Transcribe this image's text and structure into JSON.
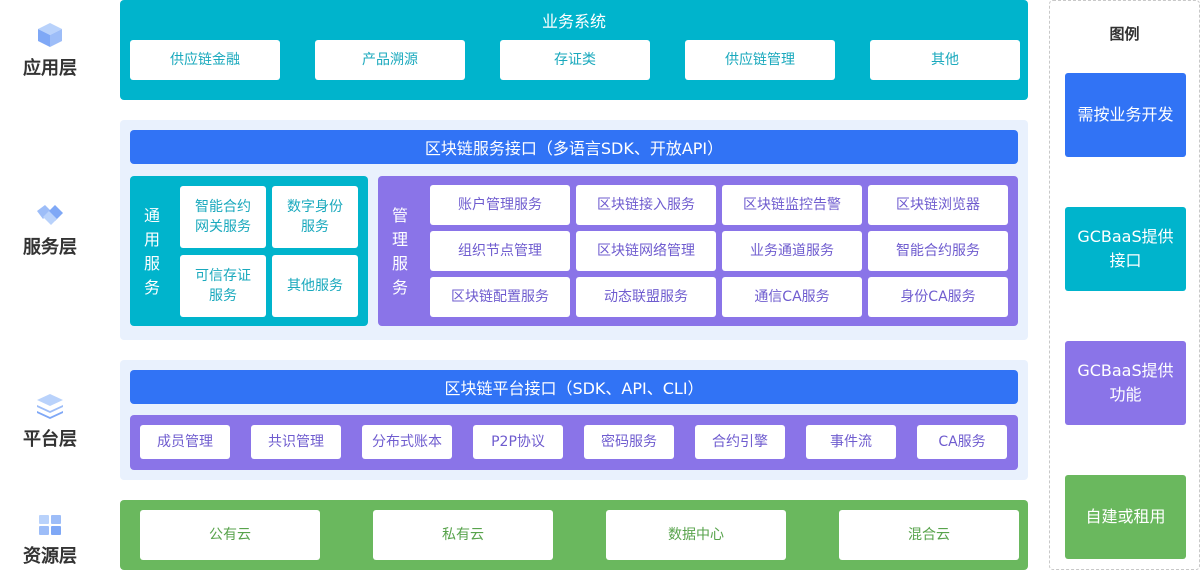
{
  "layers": {
    "app": "应用层",
    "service": "服务层",
    "platform": "平台层",
    "resource": "资源层"
  },
  "app_layer": {
    "title": "业务系统",
    "items": [
      "供应链金融",
      "产品溯源",
      "存证类",
      "供应链管理",
      "其他"
    ]
  },
  "service_layer": {
    "interface_bar": "区块链服务接口（多语言SDK、开放API）",
    "general_title": "通用服务",
    "general_items": [
      "智能合约\n网关服务",
      "数字身份\n服务",
      "可信存证\n服务",
      "其他服务"
    ],
    "mgmt_title": "管理服务",
    "mgmt_items": [
      "账户管理服务",
      "区块链接入服务",
      "区块链监控告警",
      "区块链浏览器",
      "组织节点管理",
      "区块链网络管理",
      "业务通道服务",
      "智能合约服务",
      "区块链配置服务",
      "动态联盟服务",
      "通信CA服务",
      "身份CA服务"
    ]
  },
  "platform_layer": {
    "interface_bar": "区块链平台接口（SDK、API、CLI）",
    "items": [
      "成员管理",
      "共识管理",
      "分布式账本",
      "P2P协议",
      "密码服务",
      "合约引擎",
      "事件流",
      "CA服务"
    ]
  },
  "resource_layer": {
    "items": [
      "公有云",
      "私有云",
      "数据中心",
      "混合云"
    ]
  },
  "legend": {
    "title": "图例",
    "items": [
      {
        "label": "需按业务开发",
        "color": "#3173f5"
      },
      {
        "label": "GCBaaS提供接口",
        "color": "#00b4cc"
      },
      {
        "label": "GCBaaS提供功能",
        "color": "#8a74e8"
      },
      {
        "label": "自建或租用",
        "color": "#6ab85e"
      }
    ]
  },
  "colors": {
    "teal": "#00b4cc",
    "purple": "#8a74e8",
    "blue": "#3173f5",
    "green": "#6ab85e",
    "pale": "#e9f1fd"
  },
  "icons": [
    "cube-icon",
    "handshake-icon",
    "stack-layers-icon",
    "grid-icon"
  ]
}
